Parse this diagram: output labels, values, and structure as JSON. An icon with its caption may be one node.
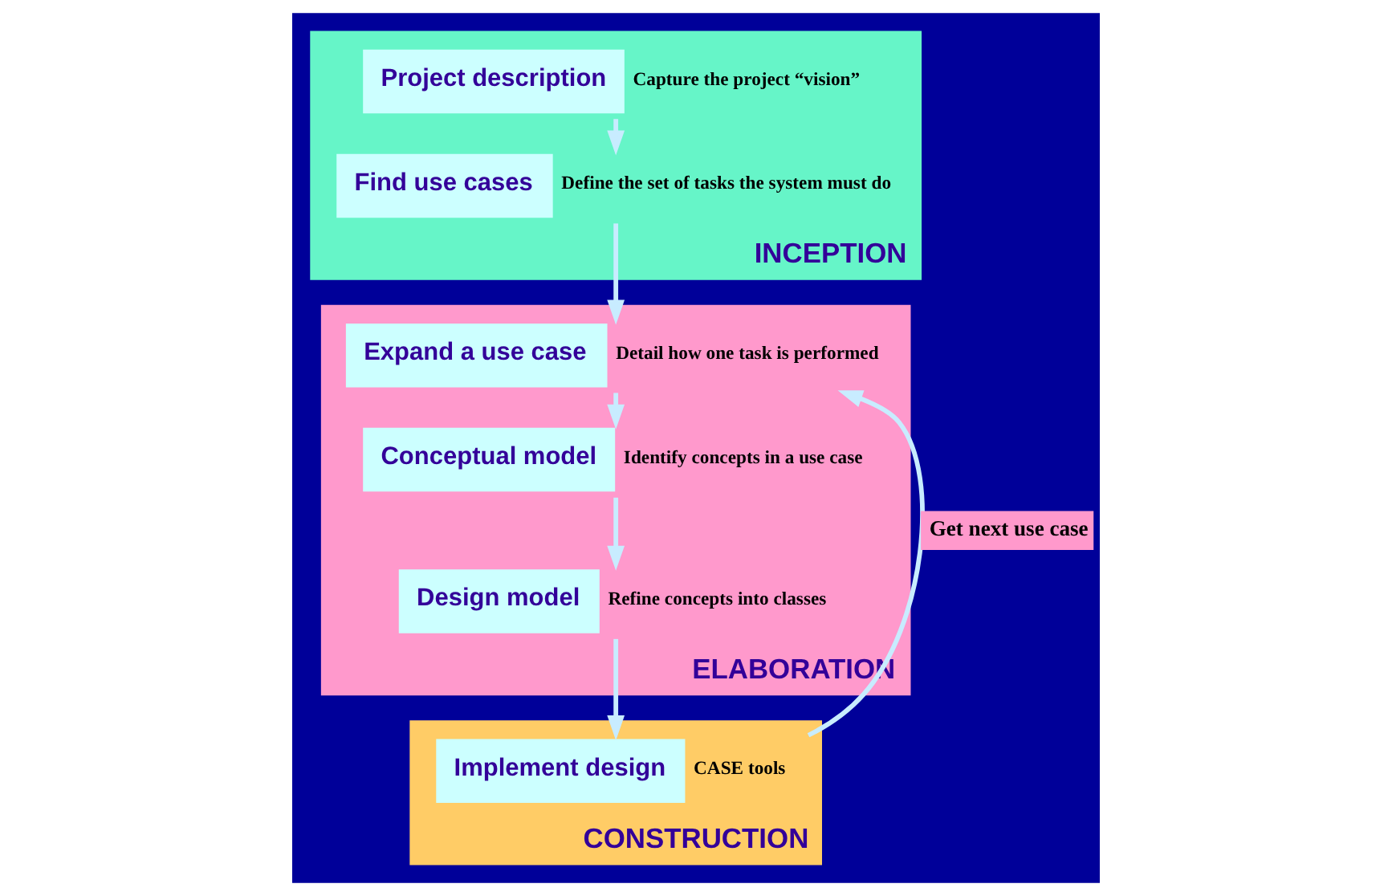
{
  "diagram": {
    "nodes": [
      {
        "text": [
          "INCEPTION"
        ]
      },
      {
        "text": [
          "Project description"
        ],
        "in": 0,
        "beside": [
          "Capture the project “vision”"
        ]
      },
      {
        "text": [
          "Find use cases"
        ],
        "in": 0,
        "beside": [
          "Define the set of tasks the system must do"
        ]
      },
      {
        "text": [
          "ELABORATION"
        ]
      },
      {
        "text": [
          "Expand a use case"
        ],
        "in": 3,
        "beside": [
          "Detail how one task is performed"
        ]
      },
      {
        "text": [
          "Conceptual model"
        ],
        "in": 3,
        "beside": [
          "Identify concepts in a use case"
        ]
      },
      {
        "text": [
          "Design model"
        ],
        "in": 3,
        "beside": [
          "Refine concepts into classes"
        ]
      },
      {
        "text": [
          "CONSTRUCTION"
        ]
      },
      {
        "text": [
          "Implement design"
        ],
        "in": 7,
        "beside": [
          "CASE tools"
        ]
      }
    ],
    "edges": [
      {
        "from": 1,
        "to": 2,
        "arrow": "to"
      },
      {
        "from": 2,
        "to": 4,
        "arrow": "to"
      },
      {
        "from": 4,
        "to": 5,
        "arrow": "to"
      },
      {
        "from": 5,
        "to": 6,
        "arrow": "to"
      },
      {
        "from": 6,
        "to": 8,
        "arrow": "to"
      },
      {
        "from": 8,
        "to": 4,
        "arrow": "to",
        "label": "Get next use case"
      }
    ]
  }
}
